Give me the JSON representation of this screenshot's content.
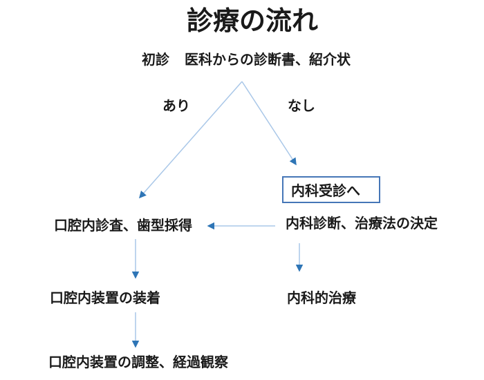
{
  "title": "診療の流れ",
  "colors": {
    "line": "#a9c7e8",
    "arrowhead": "#2e75b6",
    "box_border": "#4576b7",
    "text": "#1a1a1a",
    "background": "#ffffff"
  },
  "nodes": {
    "first_visit": "初診",
    "referral": "医科からの診断書、紹介状",
    "branch_yes": "あり",
    "branch_no": "なし",
    "internal_medicine_visit": "内科受診へ",
    "oral_exam": "口腔内診査、歯型採得",
    "internal_diagnosis": "内科診断、治療法の決定",
    "appliance_fitting": "口腔内装置の装着",
    "internal_treatment": "内科的治療",
    "appliance_adjustment": "口腔内装置の調整、経過観察"
  }
}
